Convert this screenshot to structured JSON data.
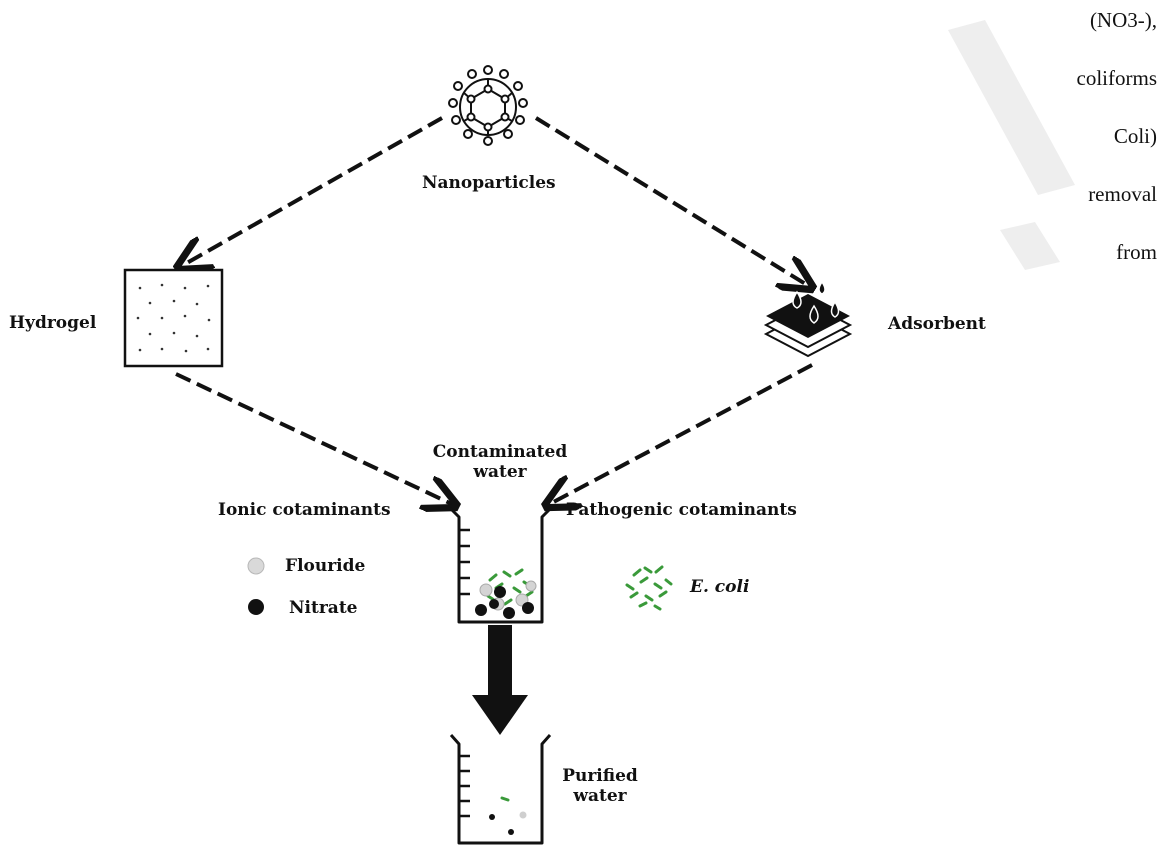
{
  "sidebar_text": [
    "(NO3-),",
    "coliforms",
    "Coli)",
    "removal",
    "from"
  ],
  "labels": {
    "nanoparticles": "Nanoparticles",
    "hydrogel": "Hydrogel",
    "adsorbent": "Adsorbent",
    "contaminated_water": [
      "Contaminated",
      "water"
    ],
    "ionic": "Ionic cotaminants",
    "pathogenic": "Pathogenic cotaminants",
    "fluoride": "Flouride",
    "nitrate": "Nitrate",
    "ecoli": "E. coli",
    "purified_water": [
      "Purified",
      "water"
    ]
  },
  "icons": [
    "nanoparticle-icon",
    "hydrogel-icon",
    "adsorbent-icon",
    "beaker-icon",
    "fluoride-icon",
    "nitrate-icon",
    "ecoli-icon",
    "down-arrow-icon"
  ],
  "colors": {
    "ink": "#111111",
    "green": "#3a9a3a",
    "grey": "#cfcfcf",
    "watermark": "#e6e6e6"
  }
}
